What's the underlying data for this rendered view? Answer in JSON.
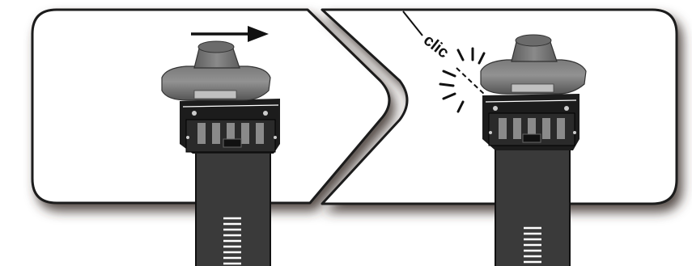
{
  "instruction": {
    "callout_label": "clic",
    "steps": [
      {
        "motion": "slide-right",
        "arrow_icon": "arrow-right-icon"
      },
      {
        "motion": "snap-lock",
        "feedback_icon": "click-burst-icon"
      }
    ]
  },
  "colors": {
    "panel_fill": "#ffffff",
    "panel_stroke": "#1a1a1a",
    "shadow": "#3a2f2a",
    "strap": "#3a3a3a",
    "strap_edge": "#111111",
    "rack_frame": "#1c1c1c",
    "cap_top": "#767676",
    "cap_mid": "#8e8e8e",
    "cap_bottom": "#5a5a5a",
    "marks": "#ffffff"
  }
}
